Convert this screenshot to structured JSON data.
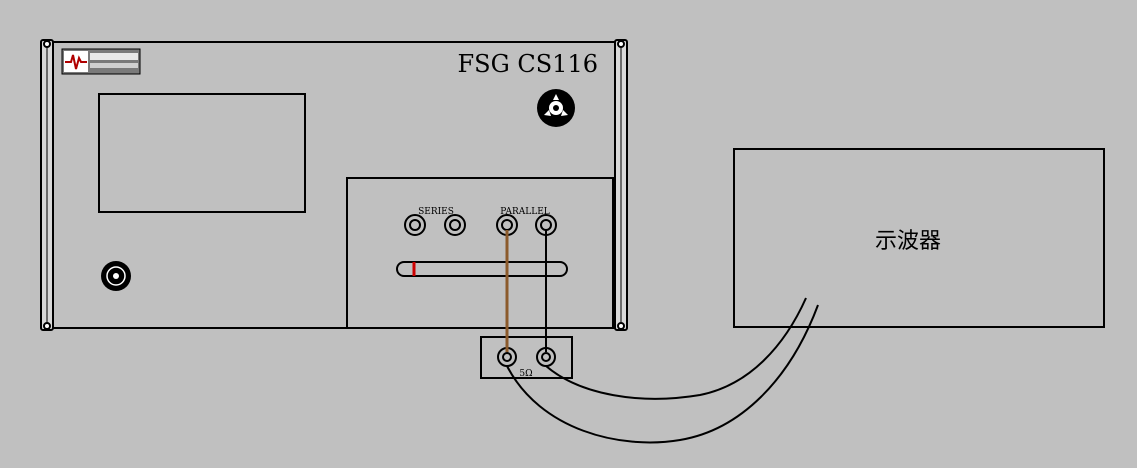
{
  "device": {
    "brand_logo_text": "",
    "model_label": "FSG CS116"
  },
  "panel": {
    "series_label": "SERIES",
    "parallel_label": "PARALLEL"
  },
  "load": {
    "label": "5Ω"
  },
  "oscilloscope": {
    "label": "示波器"
  },
  "colors": {
    "background": "#c0c0c0",
    "outline": "#000000",
    "brown_wire": "#8b5a2b",
    "red_marker": "#cc0000"
  }
}
